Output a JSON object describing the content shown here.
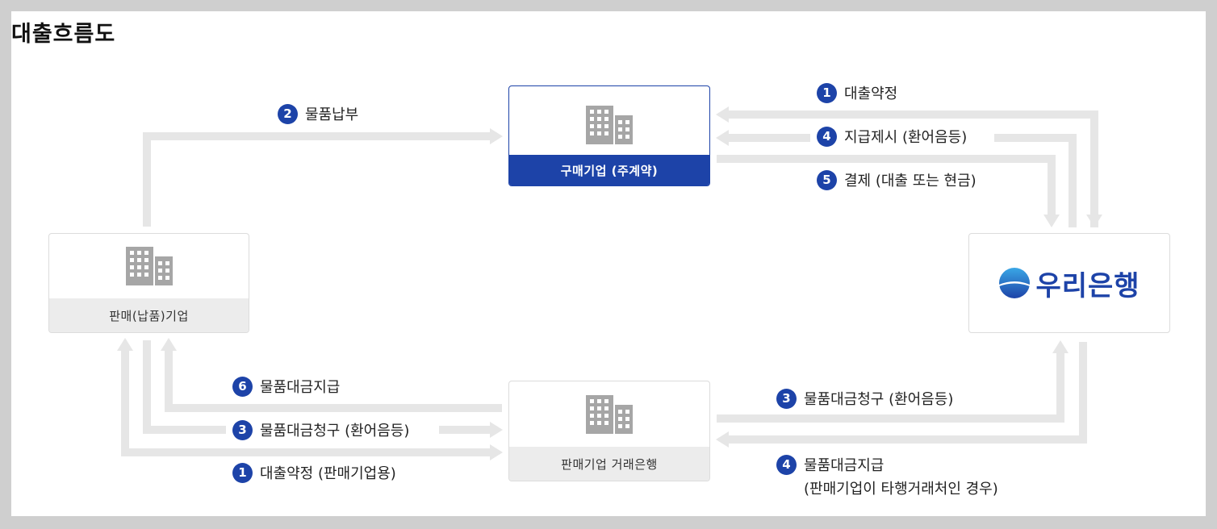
{
  "title": "대출흐름도",
  "nodes": {
    "buyer": "구매기업 (주계약)",
    "seller": "판매(납품)기업",
    "bank": "우리은행",
    "seller_bank": "판매기업 거래은행"
  },
  "steps": {
    "goods_delivery": {
      "num": "2",
      "text": "물품납부"
    },
    "loan_agreement_bank": {
      "num": "1",
      "text": "대출약정"
    },
    "payment_present": {
      "num": "4",
      "text": "지급제시 (환어음등)"
    },
    "settlement": {
      "num": "5",
      "text": "결제 (대출 또는 현금)"
    },
    "payment_goods_seller": {
      "num": "6",
      "text": "물품대금지급"
    },
    "claim_seller": {
      "num": "3",
      "text": "물품대금청구 (환어음등)"
    },
    "loan_agreement_seller": {
      "num": "1",
      "text": "대출약정 (판매기업용)"
    },
    "claim_bank": {
      "num": "3",
      "text": "물품대금청구 (환어음등)"
    },
    "payment_bank": {
      "num": "4",
      "text": "물품대금지급",
      "note": "(판매기업이 타행거래처인 경우)"
    }
  },
  "colors": {
    "accent": "#1d43a8",
    "arrow": "#e6e6e6",
    "label_bar": "#ececec"
  },
  "icons": {
    "building": "building-icon",
    "bank_logo": "woori-logo-icon"
  }
}
